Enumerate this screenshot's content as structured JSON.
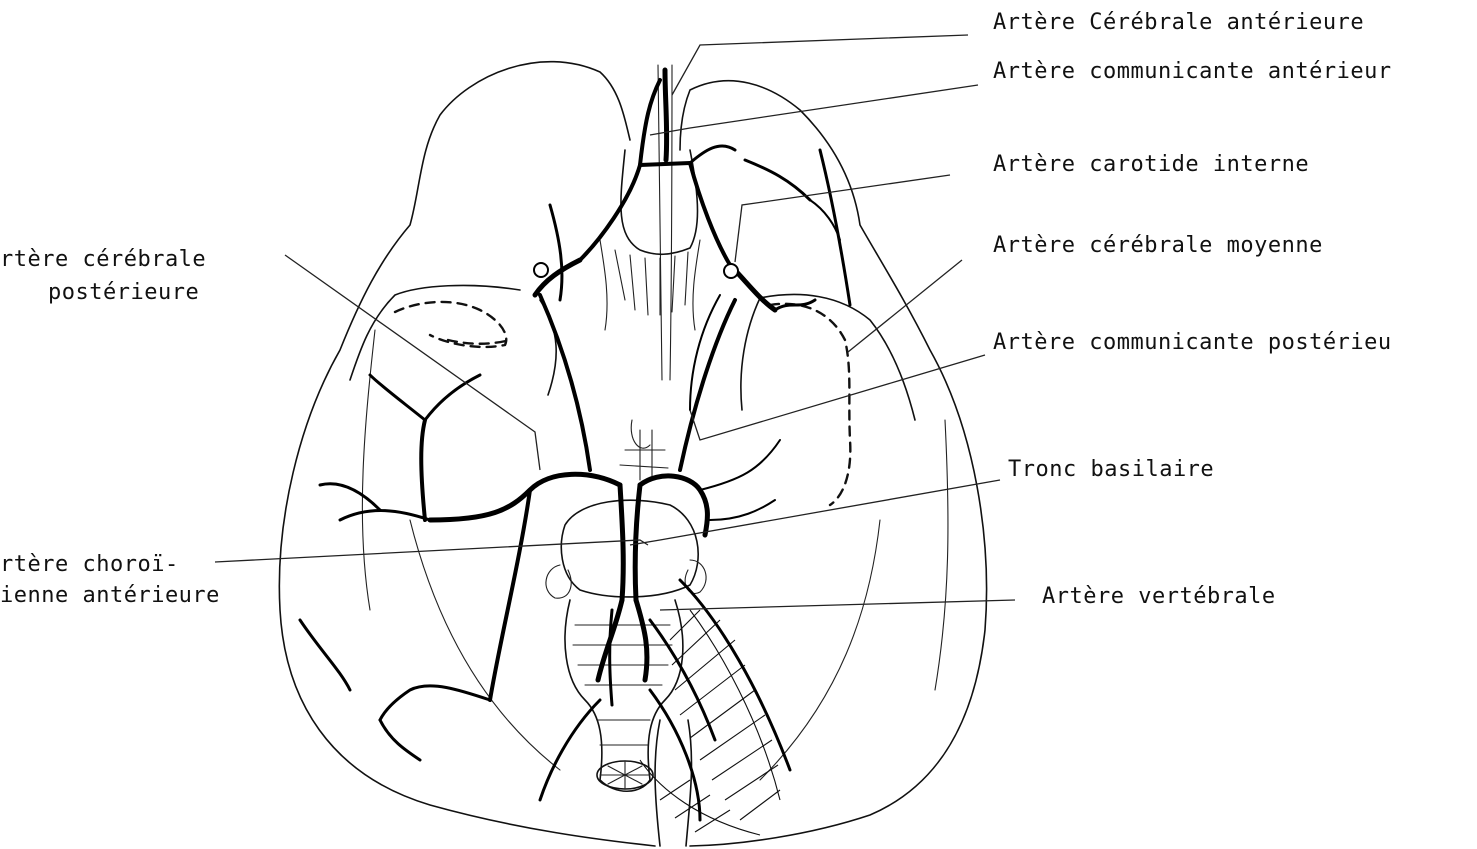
{
  "labels": {
    "cerebrale_anterieure": "Artère Cérébrale antérieure",
    "communicante_anterieure": "Artère communicante antérieur",
    "carotide_interne": "Artère carotide interne",
    "cerebrale_moyenne": "Artère cérébrale moyenne",
    "communicante_posterieure": "Artère communicante postérieu",
    "tronc_basilaire": "Tronc basilaire",
    "vertebrale": "Artère vertébrale",
    "cerebrale_posterieure_1": "rtère cérébrale",
    "cerebrale_posterieure_2": "postérieure",
    "choroidienne_1": "rtère choroï-",
    "choroidienne_2": "ienne antérieure"
  }
}
